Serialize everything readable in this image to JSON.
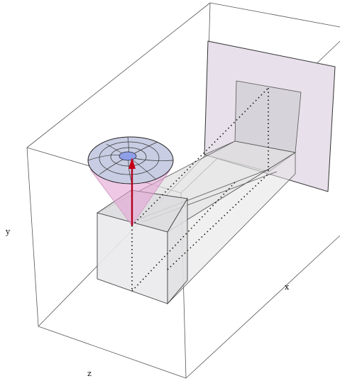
{
  "axes": {
    "x_label": "x",
    "y_label": "y",
    "z_label": "z"
  },
  "colors": {
    "background": "#ffffff",
    "frame_line": "#444444",
    "back_panel": "#e6dfe8",
    "box_fill": "#d9d9dc",
    "cone_fill": "#e7a8d8",
    "sphere_cap": "#c7cce6",
    "cap_center": "#8fa0e8",
    "arrow": "#cc1111",
    "dotted": "#111111"
  },
  "icons": {
    "cone": "light-cone",
    "arrow": "up-arrow",
    "panel": "projection-plane"
  }
}
